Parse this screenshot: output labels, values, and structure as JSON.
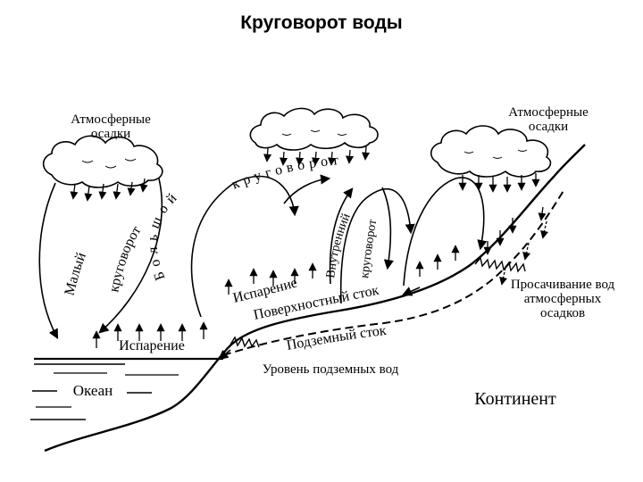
{
  "title": "Круговорот воды",
  "labels": {
    "precip_left_1": "Атмосферные",
    "precip_left_2": "осадки",
    "precip_right_1": "Атмосферные",
    "precip_right_2": "осадки",
    "small_1": "Малый",
    "small_2": "круговорот",
    "big_1": "Большой",
    "big_2": "круговорот",
    "inner_1": "Внутренний",
    "inner_2": "круговорот",
    "evap_land": "Испарение",
    "evap_ocean": "Испарение",
    "surface_runoff": "Поверхностный сток",
    "underground_runoff": "Подземный сток",
    "groundwater_level": "Уровень подземных вод",
    "seepage_1": "Просачивание вод",
    "seepage_2": "атмосферных",
    "seepage_3": "осадков",
    "ocean": "Океан",
    "continent": "Континент"
  },
  "icons": {
    "cloud": "cloud-icon",
    "rain": "rain-arrow-icon",
    "evaporation": "evaporation-arrow-icon"
  }
}
